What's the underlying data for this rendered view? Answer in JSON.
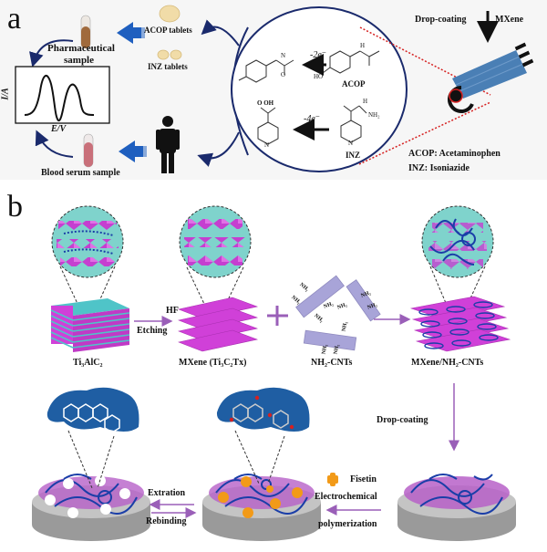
{
  "figure": {
    "panel_a": {
      "letter": "a",
      "pharmaceutical_sample_label_line1": "Pharmaceutical",
      "pharmaceutical_sample_label_line2": "sample",
      "acop_tablets_label": "ACOP tablets",
      "inz_tablets_label": "INZ tablets",
      "blood_serum_label": "Blood serum sample",
      "voltammogram": {
        "y_axis_label": "I/A",
        "x_axis_label": "E/V"
      },
      "reactions": {
        "acop_electrons": "-2e⁻",
        "inz_electrons": "-4e⁻",
        "acop_name": "ACOP",
        "inz_name": "INZ",
        "acop_atoms": {
          "n_h": "H",
          "ho": "HO",
          "o": "O",
          "n": "N"
        },
        "inz_atoms": {
          "oh": "O   OH",
          "nh": "H",
          "nh2": "NH₂",
          "n": "N",
          "o": "O"
        }
      },
      "electrode": {
        "drop_coating_label": "Drop-coating",
        "material_label": "MXene"
      },
      "legend": [
        {
          "abbr": "ACOP",
          "full": "Acetaminophen",
          "text": "ACOP: Acetaminophen"
        },
        {
          "abbr": "INZ",
          "full": "Isoniazide",
          "text": "INZ: Isoniazide"
        }
      ],
      "colors": {
        "arrow_blue": "#1f5fbf",
        "curve_navy": "#1a2a6c",
        "electrode_blue": "#4a7fb5",
        "dotted_red": "#d62020",
        "serum_red": "#c9707a",
        "tablet": "#efd9a5"
      }
    },
    "panel_b": {
      "letter": "b",
      "steps": {
        "ti3alc2_label": "Ti₃AlC₂",
        "hf_label": "HF",
        "etching_label": "Etching",
        "mxene_label": "MXene (Ti₃C₂Tx)",
        "plus_sign": "+",
        "cnt_label": "NH₂-CNTs",
        "cnt_group_label": "NH₂",
        "composite_label": "MXene/NH₂-CNTs",
        "drop_coating_label": "Drop-coating",
        "fisetin_label": "Fisetin",
        "electrochemical_label": "Electrochemical",
        "polymerization_label": "polymerization",
        "extraction_label": "Extration",
        "rebinding_label": "Rebinding"
      },
      "colors": {
        "mxene_magenta": "#d040d8",
        "teal_bg": "#7fd3cc",
        "cnt_lavender": "#a8a4d8",
        "process_arrow": "#9a5fb8",
        "fisetin_orange": "#f29a18",
        "polymer_blue": "#1a3ea8",
        "molecule_bg": "#1f5ea3",
        "electrode_gray": "#a8a8a8"
      }
    }
  }
}
